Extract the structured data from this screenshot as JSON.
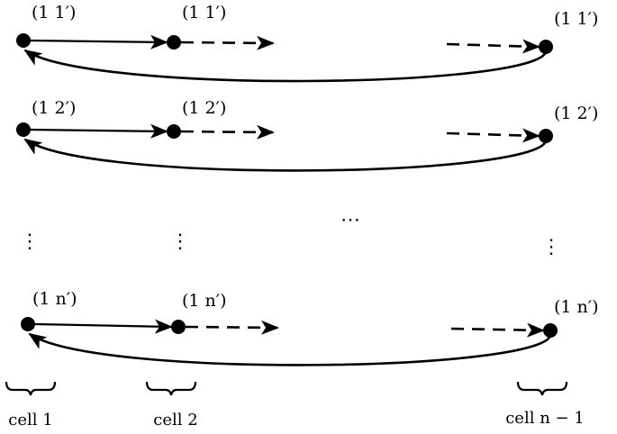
{
  "rows": [
    {
      "label_left": "(1 1′)",
      "label_mid": "(1 1′)",
      "label_right": "(1 1′)"
    },
    {
      "label_left": "(1 2′)",
      "label_mid": "(1 2′)",
      "label_right": "(1 2′)"
    },
    {
      "label_left": "(1 n′)",
      "label_mid": "(1 n′)",
      "label_right": "(1 n′)"
    }
  ],
  "vertical_ellipsis": "⋮",
  "horizontal_ellipsis": "⋯",
  "cells": {
    "cell1": "cell 1",
    "cell2": "cell 2",
    "celln": "cell n − 1"
  }
}
